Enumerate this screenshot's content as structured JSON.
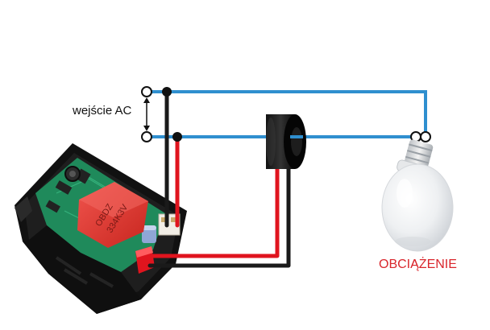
{
  "labels": {
    "ac_input": "wejście AC",
    "load": "OBCIĄŻENIE"
  },
  "module": {
    "relay_text_line1": "OBDZ",
    "relay_text_line2": "334K3V"
  },
  "colors": {
    "wire_blue": "#2f8fcf",
    "wire_black": "#1a1a1a",
    "wire_red": "#e0141e",
    "load_label": "#d9262c",
    "relay": "#e23a35",
    "pcb": "#1f8a5b",
    "bulb": "#e9e9e9"
  }
}
